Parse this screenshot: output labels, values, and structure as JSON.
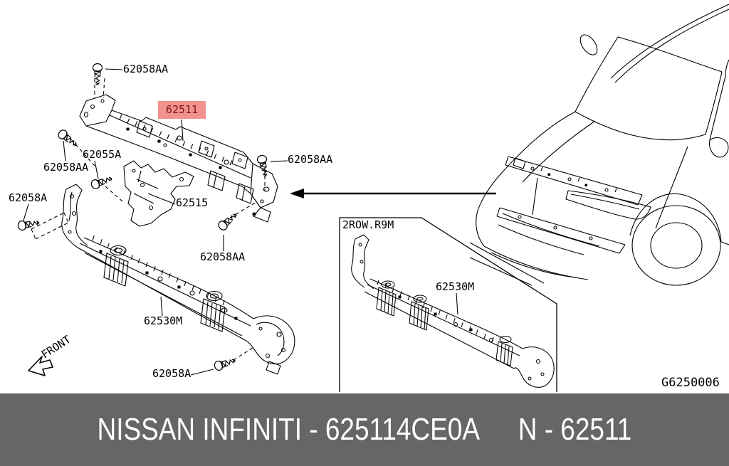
{
  "diagram": {
    "line_color": "#000000",
    "highlight": {
      "label": "62511",
      "bg_color": "#F2928E",
      "text_color": "#7C1710"
    },
    "callouts": {
      "bolt_top": "62058AA",
      "bolt_upper_left": "62058AA",
      "stay_62055a": "62055A",
      "bolt_far_left": "62058A",
      "bracket_62515": "62515",
      "bolt_upper_right": "62058AA",
      "bolt_middle": "62058AA",
      "lower_crossmember": "62530M",
      "bolt_bottom": "62058A"
    },
    "front_arrow_label": "FRONT",
    "inset": {
      "variant_tag": "2ROW.R9M",
      "crossmember": "62530M"
    },
    "figure_code": "G6250006"
  },
  "banner": {
    "bg_color": "#666666",
    "text_color": "#FFFFFF",
    "left_text": "NISSAN INFINITI - 625114CE0A",
    "right_text": "N - 62511"
  }
}
